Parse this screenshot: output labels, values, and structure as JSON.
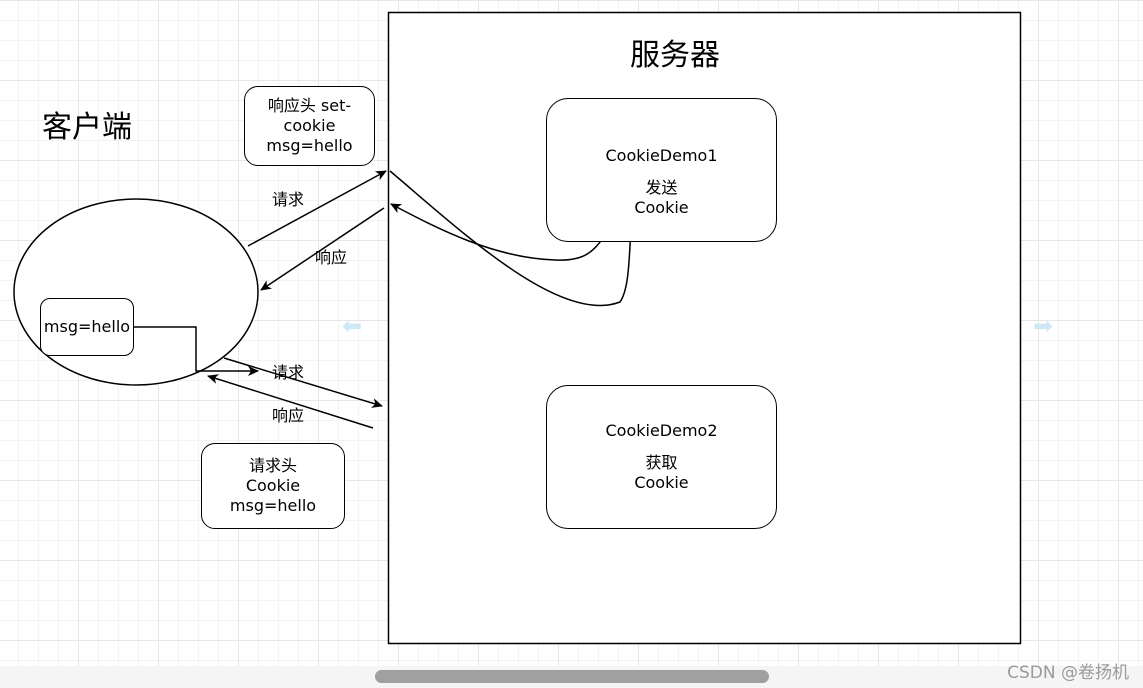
{
  "server": {
    "title": "服务器"
  },
  "client": {
    "title": "客户端",
    "store_label": "msg=hello"
  },
  "components": [
    {
      "name": "CookieDemo1",
      "action": "发送\nCookie"
    },
    {
      "name": "CookieDemo2",
      "action": "获取\nCookie"
    }
  ],
  "notes": {
    "response_header": "响应头 set-\ncookie\nmsg=hello",
    "request_header": "请求头\nCookie\nmsg=hello"
  },
  "edge_labels": {
    "request_1": "请求",
    "response_1": "响应",
    "request_2": "请求",
    "response_2": "响应"
  },
  "watermark": "CSDN @卷扬机",
  "colors": {
    "stroke": "#000000",
    "grid": "#e6e6e6",
    "scrollbar": "#a0a0a0"
  }
}
